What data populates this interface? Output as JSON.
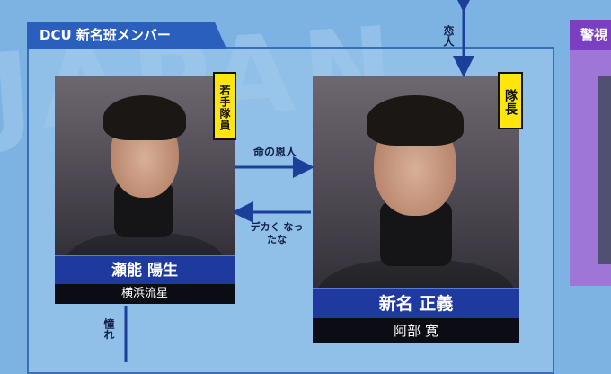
{
  "section": {
    "title": "DCU 新名班メンバー"
  },
  "right_section": {
    "title": "警視"
  },
  "members": [
    {
      "name": "瀬能 陽生",
      "actor": "横浜流星",
      "role": "若手隊員"
    },
    {
      "name": "新名 正義",
      "actor": "阿部 寛",
      "role": "隊長"
    }
  ],
  "relations": {
    "top_vertical": "恋人",
    "right_arrow": "命の恩人",
    "left_arrow": "デカく なったな",
    "down_arrow": "憧れ"
  },
  "colors": {
    "header_blue": "#2b5fbd",
    "name_bar": "#1e3a9e",
    "role_tag": "#ffe60a",
    "arrow": "#1c3f9a",
    "purple_header": "#7b3fc1"
  }
}
